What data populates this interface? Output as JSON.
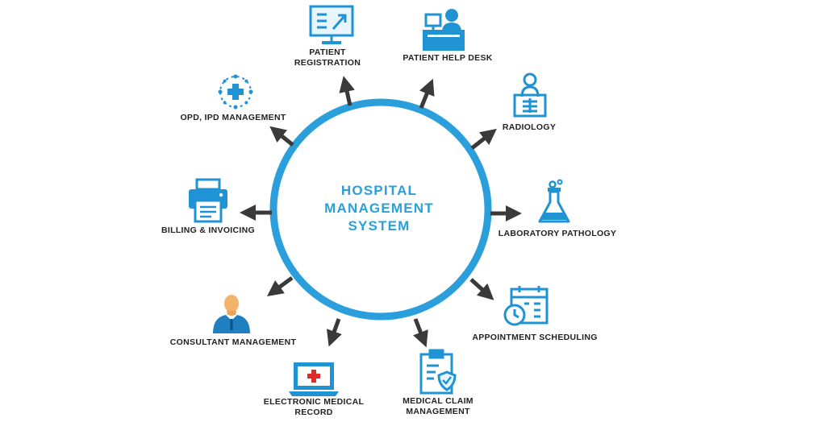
{
  "diagram": {
    "center": {
      "lines": [
        "HOSPITAL",
        "MANAGEMENT",
        "SYSTEM"
      ]
    },
    "colors": {
      "ring": "#2b9fdb",
      "arrow": "#3a3a3a",
      "icon": "#1f93d3",
      "label": "#222222"
    },
    "modules": [
      {
        "id": "patient-registration",
        "icon": "monitor-icon",
        "lines": [
          "PATIENT",
          "REGISTRATION"
        ]
      },
      {
        "id": "patient-help-desk",
        "icon": "help-desk-icon",
        "lines": [
          "PATIENT HELP DESK"
        ]
      },
      {
        "id": "radiology",
        "icon": "xray-icon",
        "lines": [
          "RADIOLOGY"
        ]
      },
      {
        "id": "laboratory-pathology",
        "icon": "flask-icon",
        "lines": [
          "LABORATORY PATHOLOGY"
        ]
      },
      {
        "id": "appointment-scheduling",
        "icon": "calendar-clock-icon",
        "lines": [
          "APPOINTMENT SCHEDULING"
        ]
      },
      {
        "id": "medical-claim-management",
        "icon": "clipboard-shield-icon",
        "lines": [
          "MEDICAL CLAIM",
          "MANAGEMENT"
        ]
      },
      {
        "id": "electronic-medical-record",
        "icon": "laptop-medical-icon",
        "lines": [
          "ELECTRONIC MEDICAL",
          "RECORD"
        ]
      },
      {
        "id": "consultant-management",
        "icon": "consultant-icon",
        "lines": [
          "CONSULTANT MANAGEMENT"
        ]
      },
      {
        "id": "billing-invoicing",
        "icon": "printer-icon",
        "lines": [
          "BILLING & INVOICING"
        ]
      },
      {
        "id": "opd-ipd-management",
        "icon": "medical-cross-icon",
        "lines": [
          "OPD, IPD MANAGEMENT"
        ]
      }
    ]
  }
}
